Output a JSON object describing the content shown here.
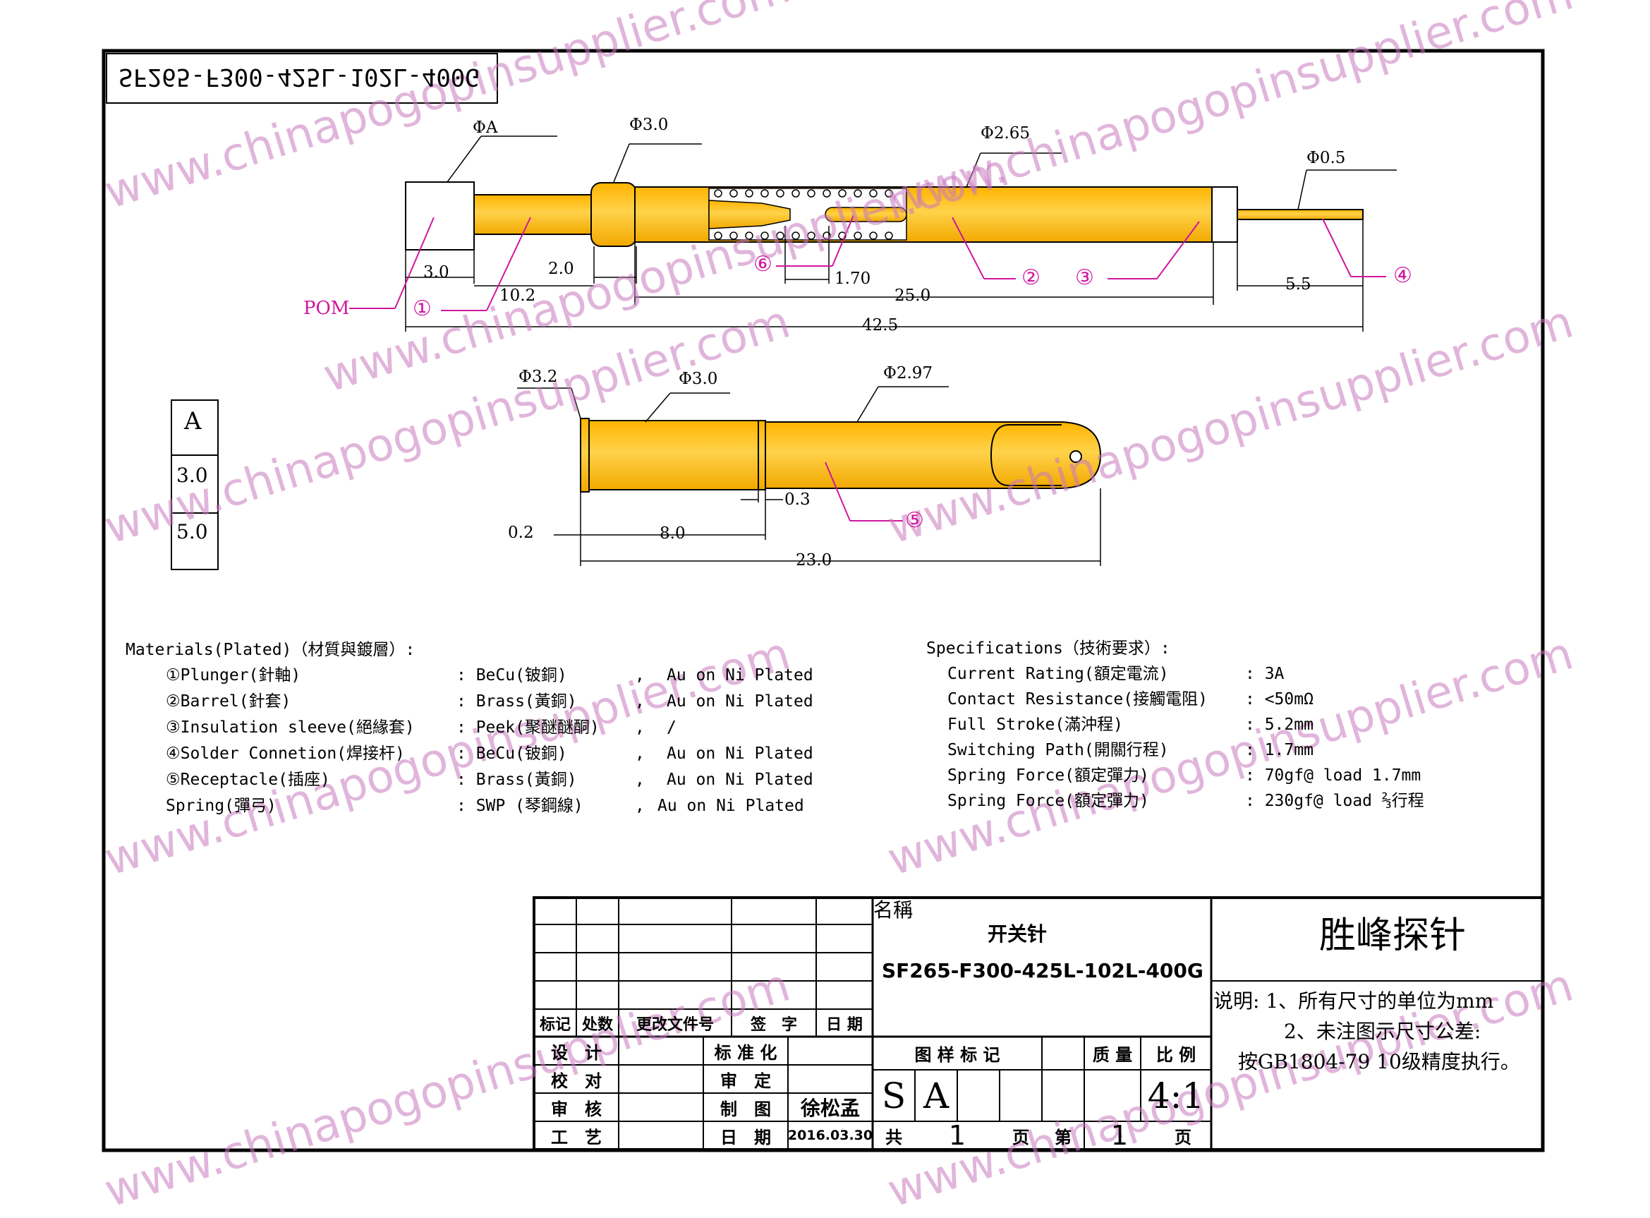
{
  "title_box": {
    "part_no_mirrored": "SF265-F300-425L-102L-400G"
  },
  "probe": {
    "callouts": {
      "dia_a": "ΦA",
      "dia_head": "Φ3.0",
      "dia_barrel": "Φ2.65",
      "dia_tail": "Φ0.5",
      "pom": "POM",
      "n1": "①",
      "n2": "②",
      "n3": "③",
      "n4": "④",
      "n6": "⑥"
    },
    "dims": {
      "d_head": "3.0",
      "d_neck": "2.0",
      "d_plunger": "10.2",
      "d_stroke": "1.70",
      "d_barrel": "25.0",
      "d_tail": "5.5",
      "d_total": "42.5"
    }
  },
  "receptacle": {
    "callouts": {
      "dia_flange": "Φ3.2",
      "dia_body": "Φ3.0",
      "dia_tube": "Φ2.97",
      "n5": "⑤"
    },
    "dims": {
      "d_flange": "0.2",
      "d_body": "8.0",
      "d_groove": "0.3",
      "d_total": "23.0"
    }
  },
  "table_a": {
    "header": "A",
    "rows": [
      "3.0",
      "5.0"
    ]
  },
  "materials": {
    "title": "Materials(Plated)（材質與鍍層）:",
    "rows": [
      {
        "name": "①Plunger(針軸)",
        "material": ": BeCu(铍銅)",
        "sep": ",",
        "plating": "Au on Ni Plated"
      },
      {
        "name": "②Barrel(針套)",
        "material": ": Brass(黃銅)",
        "sep": ",",
        "plating": "Au on Ni Plated"
      },
      {
        "name": "③Insulation sleeve(絕緣套)",
        "material": ": Peek(聚醚醚酮)",
        "sep": ",",
        "plating": "/"
      },
      {
        "name": "④Solder Connetion(焊接杆)",
        "material": ": BeCu(铍銅)",
        "sep": ",",
        "plating": "Au on Ni Plated"
      },
      {
        "name": "⑤Receptacle(插座)",
        "material": ": Brass(黃銅)",
        "sep": ",",
        "plating": "Au on Ni Plated"
      },
      {
        "name": "Spring(彈弓)",
        "material": ": SWP (琴鋼線)",
        "sep": ",",
        "plating": "Au on Ni Plated"
      }
    ]
  },
  "specs": {
    "title": "Specifications（技術要求）:",
    "rows": [
      {
        "label": "Current Rating(額定電流)",
        "value": ": 3A"
      },
      {
        "label": "Contact Resistance(接觸電阻)",
        "value": ": <50mΩ"
      },
      {
        "label": "Full Stroke(滿沖程)",
        "value": ": 5.2mm"
      },
      {
        "label": "Switching Path(開關行程)",
        "value": ": 1.7mm"
      },
      {
        "label": "Spring Force(額定彈力)",
        "value": ": 70gf@ load 1.7mm"
      },
      {
        "label": "Spring Force(額定彈力)",
        "value": ": 230gf@ load ⅔行程"
      }
    ]
  },
  "title_block": {
    "name_label": "名稱",
    "name_value": "开关针",
    "part_no": "SF265-F300-425L-102L-400G",
    "company": "胜峰探针",
    "note_1": "说明: 1、所有尺寸的单位为mm",
    "note_2": "2、未注图示尺寸公差:",
    "note_3": "按GB1804-79 10级精度执行。",
    "rev_headers": [
      "标记",
      "处数",
      "更改文件号",
      "签　字",
      "日 期"
    ],
    "design": "设　计",
    "check": "校　对",
    "review": "审　核",
    "process": "工　艺",
    "standard": "标 准 化",
    "audit": "审　定",
    "draw": "制　图",
    "date": "日　期",
    "drawer": "徐松孟",
    "draw_date": "2016.03.30",
    "pattern_label": "图 样 标 记",
    "weight_label": "质 量",
    "scale_label": "比 例",
    "mark_s": "S",
    "mark_a": "A",
    "scale": "4:1",
    "total_label": "共",
    "total": "1",
    "page_label": "页",
    "sheet_label": "第",
    "sheet": "1",
    "sheet_unit": "页"
  },
  "watermark": {
    "text": "www.chinapogopinsupplier.com"
  },
  "colors": {
    "gold": "#FFC000",
    "dark_gold": "#E5A800",
    "callout": "#d0169e"
  }
}
